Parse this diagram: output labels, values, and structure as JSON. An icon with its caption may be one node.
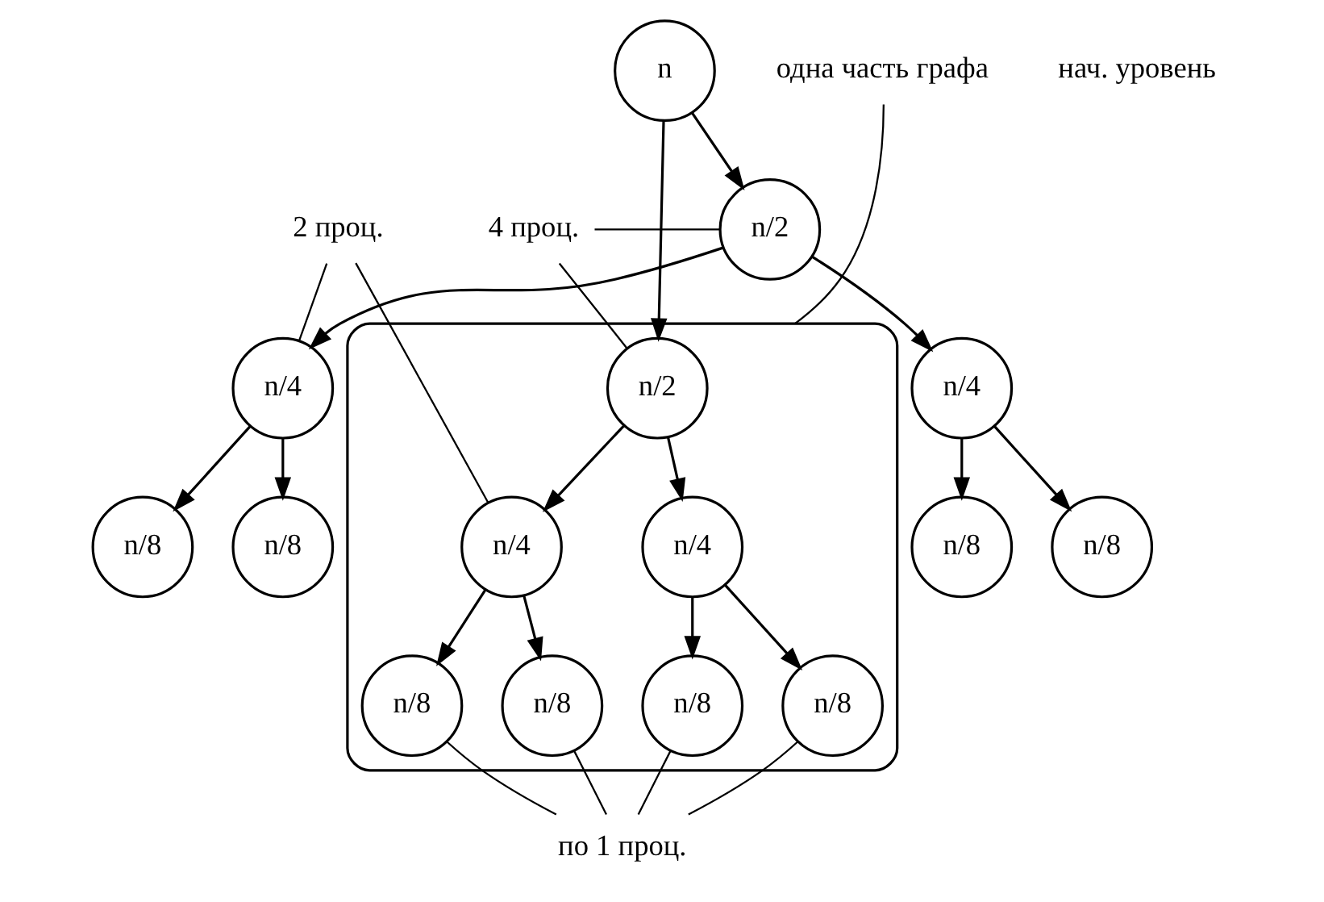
{
  "diagram": {
    "nodes": [
      {
        "text": [
          "n"
        ]
      },
      {
        "text": [
          "одна часть графа"
        ]
      },
      {
        "text": [],
        "shape": "box"
      },
      {
        "text": [
          "n/2"
        ]
      },
      {
        "text": [
          "4 проц."
        ]
      },
      {
        "text": [
          "n/2"
        ],
        "in": 2
      },
      {
        "text": [
          "2 проц."
        ]
      },
      {
        "text": [
          "n/4"
        ]
      },
      {
        "text": [
          "n/4"
        ]
      },
      {
        "text": [
          "n/4"
        ],
        "in": 2
      },
      {
        "text": [
          "n/4"
        ],
        "in": 2
      },
      {
        "text": [
          "n/8"
        ]
      },
      {
        "text": [
          "n/8"
        ]
      },
      {
        "text": [
          "n/8"
        ]
      },
      {
        "text": [
          "n/8"
        ]
      },
      {
        "text": [
          "n/8"
        ],
        "in": 2
      },
      {
        "text": [
          "n/8"
        ],
        "in": 2
      },
      {
        "text": [
          "n/8"
        ],
        "in": 2
      },
      {
        "text": [
          "n/8"
        ],
        "in": 2
      },
      {
        "text": [
          "по 1 проц."
        ]
      }
    ],
    "edges": [
      {
        "from": 0,
        "to": 3,
        "arrow": "to"
      },
      {
        "from": 0,
        "to": 5,
        "arrow": "to"
      },
      {
        "from": 3,
        "to": 7,
        "arrow": "to"
      },
      {
        "from": 3,
        "to": 8,
        "arrow": "to"
      },
      {
        "from": 5,
        "to": 9,
        "arrow": "to"
      },
      {
        "from": 5,
        "to": 10,
        "arrow": "to"
      },
      {
        "from": 7,
        "to": 11,
        "arrow": "to"
      },
      {
        "from": 7,
        "to": 12,
        "arrow": "to"
      },
      {
        "from": 8,
        "to": 13,
        "arrow": "to"
      },
      {
        "from": 8,
        "to": 14,
        "arrow": "to"
      },
      {
        "from": 9,
        "to": 15,
        "arrow": "to"
      },
      {
        "from": 9,
        "to": 16,
        "arrow": "to"
      },
      {
        "from": 10,
        "to": 17,
        "arrow": "to"
      },
      {
        "from": 10,
        "to": 18,
        "arrow": "to"
      },
      {
        "from": 1,
        "to": 2,
        "arrow": "none"
      },
      {
        "from": 4,
        "to": 3,
        "arrow": "none"
      },
      {
        "from": 4,
        "to": 5,
        "arrow": "none"
      },
      {
        "from": 6,
        "to": 8,
        "arrow": "none"
      },
      {
        "from": 6,
        "to": 9,
        "arrow": "none"
      },
      {
        "from": 19,
        "to": 15,
        "arrow": "none"
      },
      {
        "from": 19,
        "to": 16,
        "arrow": "none"
      },
      {
        "from": 19,
        "to": 17,
        "arrow": "none"
      },
      {
        "from": 19,
        "to": 18,
        "arrow": "none"
      }
    ],
    "labels": [
      "нач. уровень"
    ]
  }
}
